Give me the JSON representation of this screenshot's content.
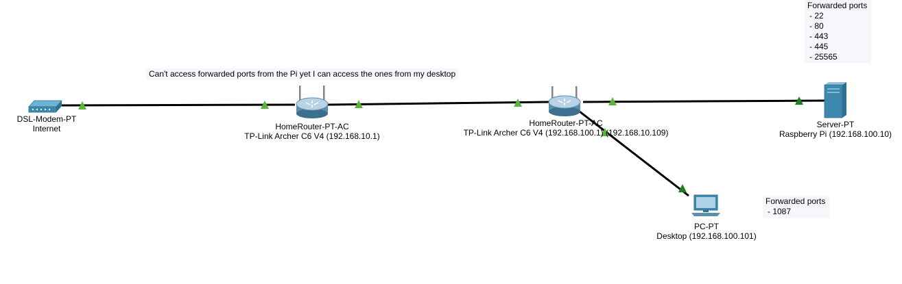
{
  "diagram": {
    "annotation": "Can't access forwarded ports from the Pi yet I can access the ones from my desktop",
    "colors": {
      "link": "#000000",
      "port_up": "#5cb43e",
      "port_up_dark": "#1e7d1e",
      "device_blue": "#3f88ad",
      "note_bg": "#f5f7fb"
    },
    "devices": {
      "modem": {
        "icon": "dsl-modem-icon",
        "name": "DSL-Modem-PT",
        "label": "Internet"
      },
      "router1": {
        "icon": "wireless-router-icon",
        "name": "HomeRouter-PT-AC",
        "label": "TP-Link Archer C6 V4 (192.168.10.1)"
      },
      "router2": {
        "icon": "wireless-router-icon",
        "name": "HomeRouter-PT-AC",
        "label": "TP-Link Archer C6 V4 (192.168.100.1) (192.168.10.109)"
      },
      "server": {
        "icon": "server-icon",
        "name": "Server-PT",
        "label": "Raspberry Pi (192.168.100.10)"
      },
      "pc": {
        "icon": "desktop-pc-icon",
        "name": "PC-PT",
        "label": "Desktop (192.168.100.101)"
      }
    },
    "notes": {
      "server_ports": {
        "title": "Forwarded ports",
        "ports": [
          "- 22",
          "- 80",
          "- 443",
          "- 445",
          "- 25565"
        ]
      },
      "pc_ports": {
        "title": "Forwarded ports",
        "ports": [
          "- 1087"
        ]
      }
    },
    "links": [
      {
        "from": "modem",
        "to": "router1",
        "status": "up"
      },
      {
        "from": "router1",
        "to": "router2",
        "status": "up"
      },
      {
        "from": "router2",
        "to": "server",
        "status": "up"
      },
      {
        "from": "router2",
        "to": "pc",
        "status": "up"
      }
    ]
  }
}
